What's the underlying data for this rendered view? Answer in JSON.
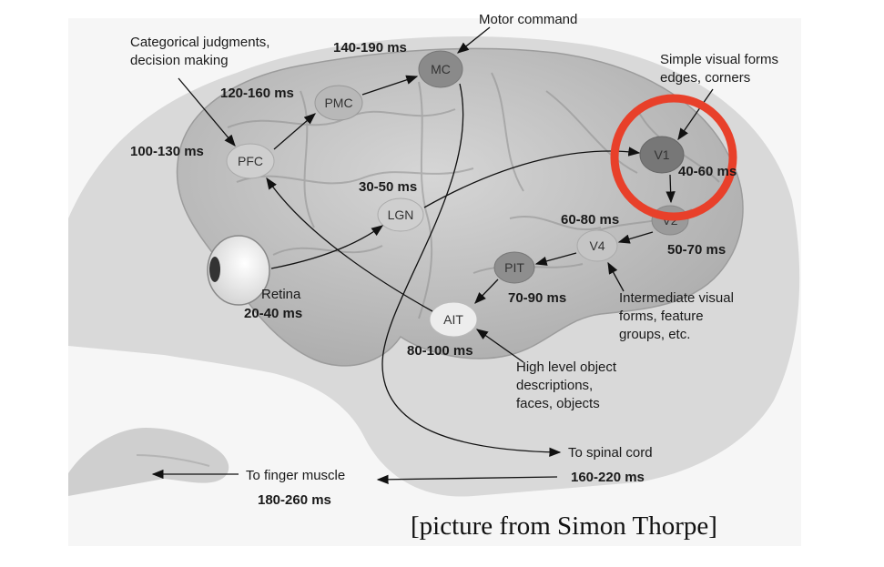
{
  "nodes": {
    "pfc": "PFC",
    "pmc": "PMC",
    "mc": "MC",
    "lgn": "LGN",
    "v1": "V1",
    "v2": "V2",
    "v4": "V4",
    "pit": "PIT",
    "ait": "AIT"
  },
  "labels": {
    "motor_command": "Motor command",
    "categorical_1": "Categorical judgments,",
    "categorical_2": "decision making",
    "simple_visual_1": "Simple visual forms",
    "simple_visual_2": "edges, corners",
    "retina": "Retina",
    "intermediate_1": "Intermediate visual",
    "intermediate_2": "forms, feature",
    "intermediate_3": "groups, etc.",
    "high_level_1": "High level object",
    "high_level_2": "descriptions,",
    "high_level_3": "faces, objects",
    "to_spinal_cord": "To spinal cord",
    "to_finger_muscle": "To finger muscle"
  },
  "latencies": {
    "mc": "140-190 ms",
    "pmc": "120-160 ms",
    "pfc": "100-130 ms",
    "lgn": "30-50 ms",
    "v1": "40-60 ms",
    "v4": "60-80 ms",
    "v2": "50-70 ms",
    "pit": "70-90 ms",
    "ait": "80-100 ms",
    "retina": "20-40 ms",
    "spinal": "160-220 ms",
    "finger": "180-260 ms"
  },
  "credit": "[picture from Simon Thorpe]",
  "colors": {
    "highlight_circle": "#e8402a",
    "brain_fill": "#c9c9c9",
    "head_fill": "#d4d4d4",
    "background": "#f6f6f6"
  }
}
